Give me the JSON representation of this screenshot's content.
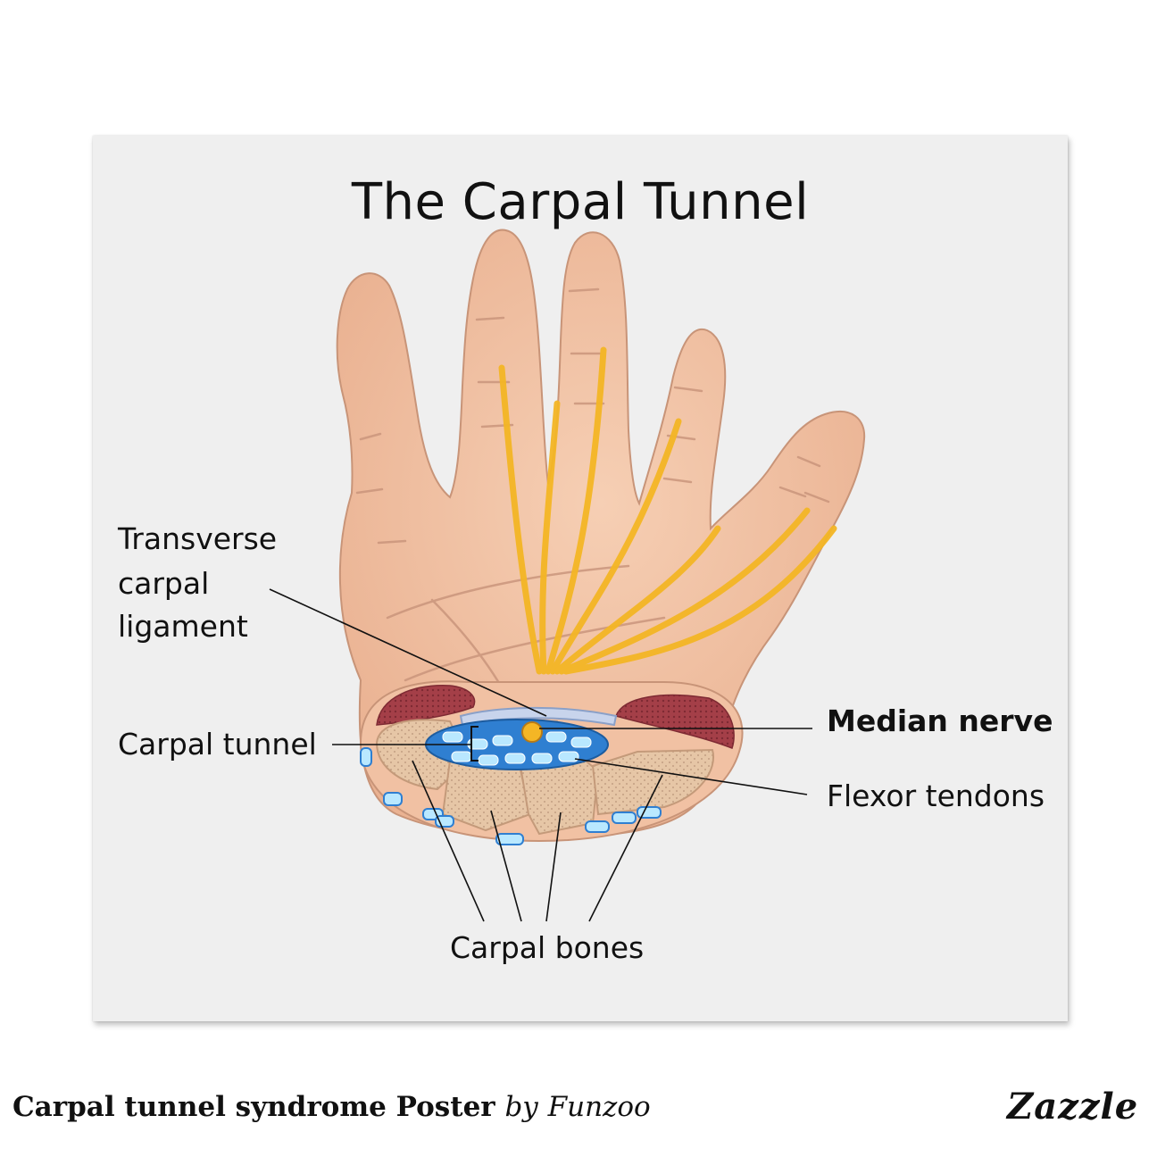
{
  "poster": {
    "title": "The Carpal Tunnel",
    "labels": {
      "transverse_ligament": [
        "Transverse",
        "carpal",
        "ligament"
      ],
      "carpal_tunnel": "Carpal tunnel",
      "median_nerve": "Median nerve",
      "flexor_tendons": "Flexor tendons",
      "carpal_bones": "Carpal bones"
    },
    "colors": {
      "skin": "#f1c1a3",
      "skin_outline": "#c89478",
      "nerve": "#f4b625",
      "muscle": "#a8404a",
      "tunnel": "#2f7fd1",
      "tendon": "#b9e8ff",
      "bone": "#e7c8a8"
    }
  },
  "footer": {
    "product_title": "Carpal tunnel syndrome Poster",
    "by": "by",
    "author": "Funzoo",
    "brand": "Zazzle"
  }
}
